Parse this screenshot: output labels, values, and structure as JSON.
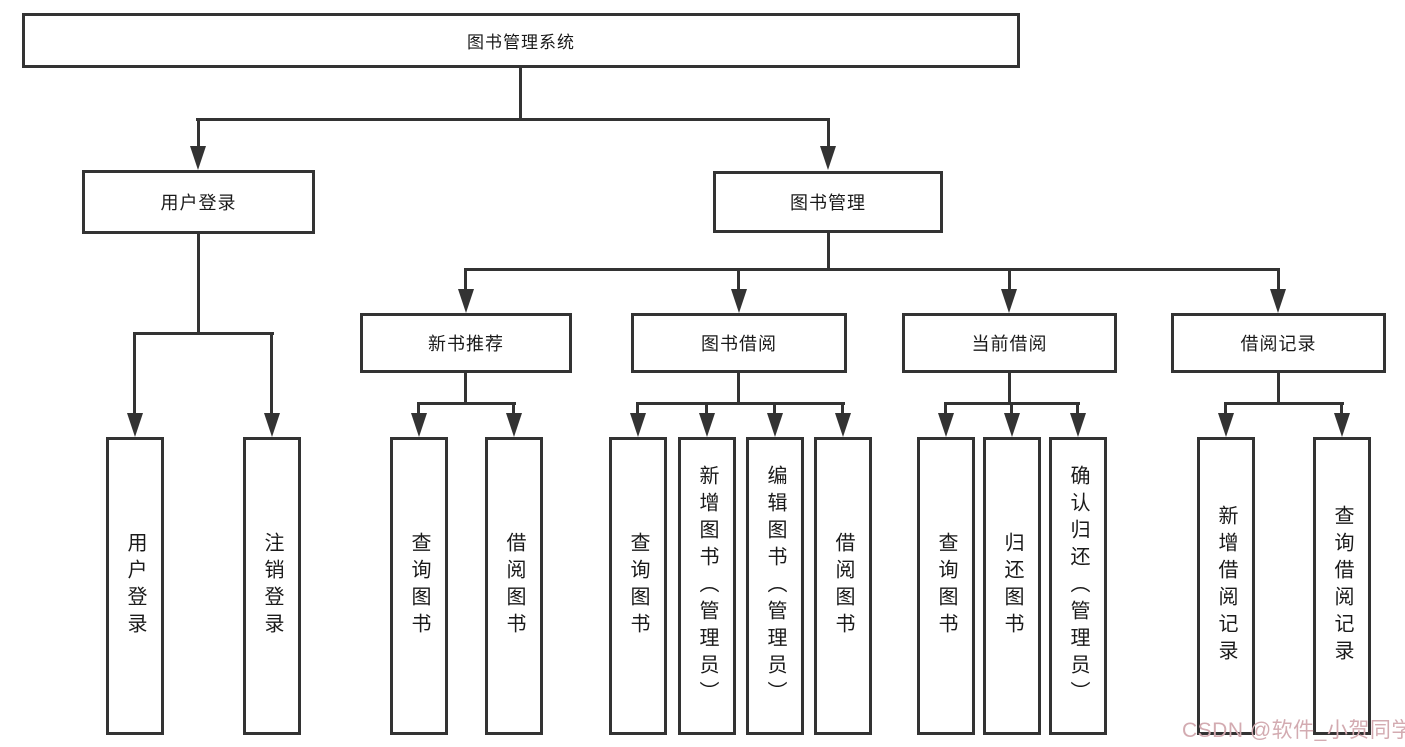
{
  "diagram": {
    "root": {
      "label": "图书管理系统"
    },
    "level2": [
      {
        "id": "user-login",
        "label": "用户登录"
      },
      {
        "id": "book-management",
        "label": "图书管理"
      }
    ],
    "level3": [
      {
        "id": "new-book-recommend",
        "label": "新书推荐"
      },
      {
        "id": "book-borrow",
        "label": "图书借阅"
      },
      {
        "id": "current-borrow",
        "label": "当前借阅"
      },
      {
        "id": "borrow-records",
        "label": "借阅记录"
      }
    ],
    "leaves": [
      {
        "parent": "user-login",
        "label": "用户登录"
      },
      {
        "parent": "user-login",
        "label": "注销登录"
      },
      {
        "parent": "new-book-recommend",
        "label": "查询图书"
      },
      {
        "parent": "new-book-recommend",
        "label": "借阅图书"
      },
      {
        "parent": "book-borrow",
        "label": "查询图书"
      },
      {
        "parent": "book-borrow",
        "label": "新增图书（管理员）"
      },
      {
        "parent": "book-borrow",
        "label": "编辑图书（管理员）"
      },
      {
        "parent": "book-borrow",
        "label": "借阅图书"
      },
      {
        "parent": "current-borrow",
        "label": "查询图书"
      },
      {
        "parent": "current-borrow",
        "label": "归还图书"
      },
      {
        "parent": "current-borrow",
        "label": "确认归还（管理员）"
      },
      {
        "parent": "borrow-records",
        "label": "新增借阅记录"
      },
      {
        "parent": "borrow-records",
        "label": "查询借阅记录"
      }
    ]
  },
  "watermark": {
    "text": "CSDN @软件_小贺同学",
    "color": "#d3abb1"
  },
  "colors": {
    "line": "#333333",
    "text": "#1a1a1a",
    "background": "#ffffff"
  }
}
